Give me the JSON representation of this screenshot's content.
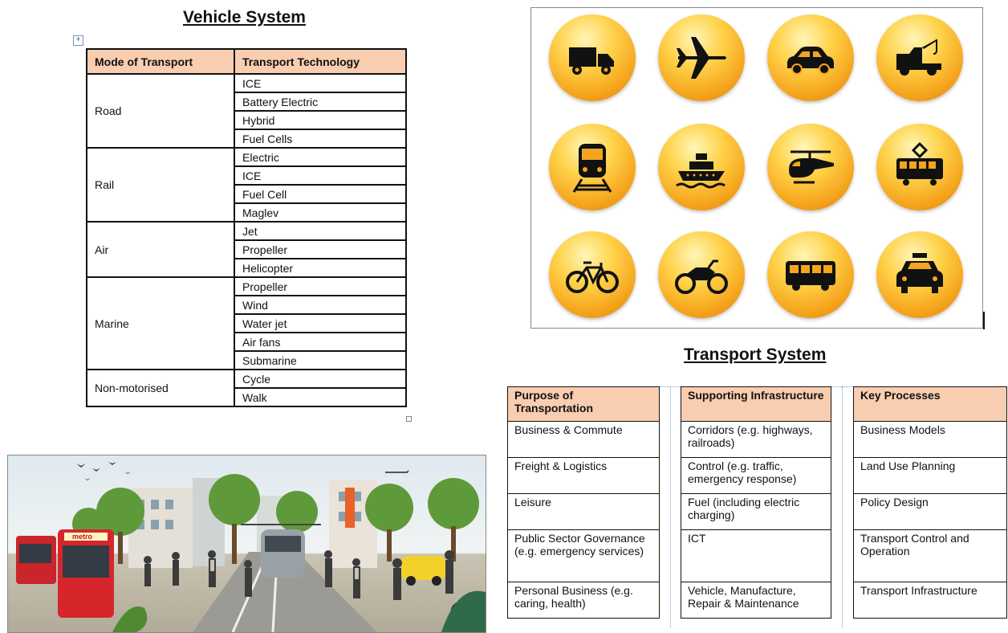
{
  "vehicle_system": {
    "title": "Vehicle System",
    "headers": [
      "Mode of Transport",
      "Transport Technology"
    ],
    "groups": [
      {
        "mode": "Road",
        "technologies": [
          "ICE",
          "Battery Electric",
          "Hybrid",
          "Fuel Cells"
        ]
      },
      {
        "mode": "Rail",
        "technologies": [
          "Electric",
          "ICE",
          "Fuel Cell",
          "Maglev"
        ]
      },
      {
        "mode": "Air",
        "technologies": [
          "Jet",
          "Propeller",
          "Helicopter"
        ]
      },
      {
        "mode": "Marine",
        "technologies": [
          "Propeller",
          "Wind",
          "Water jet",
          "Air fans",
          "Submarine"
        ]
      },
      {
        "mode": "Non-motorised",
        "technologies": [
          "Cycle",
          "Walk"
        ]
      }
    ]
  },
  "icon_grid": {
    "icons": [
      "truck-icon",
      "airplane-icon",
      "car-icon",
      "tow-truck-icon",
      "train-icon",
      "ship-icon",
      "helicopter-icon",
      "tram-icon",
      "bicycle-icon",
      "motorcycle-icon",
      "bus-icon",
      "taxi-icon"
    ],
    "colors": {
      "icon_fill": "#f5a51d",
      "icon_highlight": "#fff6b8",
      "glyph": "#111111"
    }
  },
  "transport_system": {
    "title": "Transport System",
    "purpose": {
      "header": "Purpose of Transportation",
      "rows": [
        "Business & Commute",
        "Freight & Logistics",
        "Leisure",
        "Public Sector Governance (e.g. emergency services)",
        "Personal Business (e.g. caring, health)"
      ]
    },
    "infrastructure": {
      "header": "Supporting Infrastructure",
      "rows": [
        "Corridors (e.g. highways, railroads)",
        "Control  (e.g. traffic, emergency response)",
        "Fuel (including electric charging)",
        "ICT",
        "Vehicle, Manufacture, Repair & Maintenance"
      ]
    },
    "processes": {
      "header": "Key Processes",
      "rows": [
        "Business Models",
        "Land Use Planning",
        "Policy Design",
        "Transport Control and Operation",
        "Transport Infrastructure"
      ]
    }
  },
  "street_scene": {
    "signs": [
      "metro"
    ],
    "colors": {
      "bus": "#d7262b",
      "tram": "#9aa1a6",
      "tree": "#5f9a3a",
      "taxi": "#f2d22a"
    }
  }
}
